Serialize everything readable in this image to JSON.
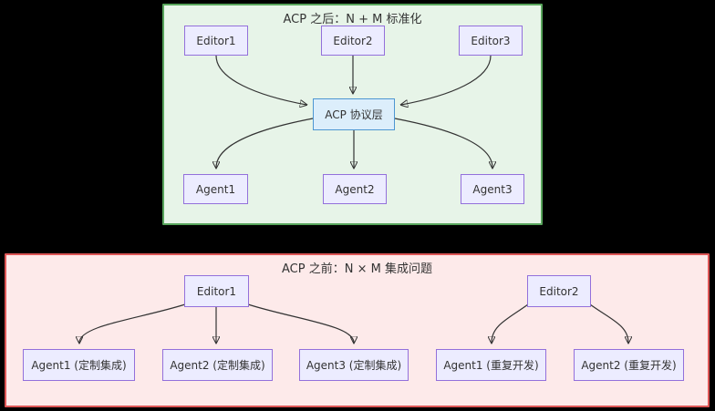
{
  "diagram": {
    "after": {
      "title": "ACP 之后：N + M 标准化",
      "editors": [
        "Editor1",
        "Editor2",
        "Editor3"
      ],
      "hub": "ACP 协议层",
      "agents": [
        "Agent1",
        "Agent2",
        "Agent3"
      ],
      "colors": {
        "fill": "#e7f4e8",
        "stroke": "#58a55c"
      }
    },
    "before": {
      "title": "ACP 之前：N × M 集成问题",
      "editors": [
        "Editor1",
        "Editor2"
      ],
      "agents": [
        "Agent1 (定制集成)",
        "Agent2 (定制集成)",
        "Agent3 (定制集成)",
        "Agent1 (重复开发)",
        "Agent2 (重复开发)"
      ],
      "colors": {
        "fill": "#fdeaea",
        "stroke": "#dd5656"
      }
    },
    "node_colors": {
      "default_fill": "#ececff",
      "default_stroke": "#9370db",
      "hub_fill": "#dceefb",
      "hub_stroke": "#4d96d2",
      "edge": "#333333"
    }
  }
}
